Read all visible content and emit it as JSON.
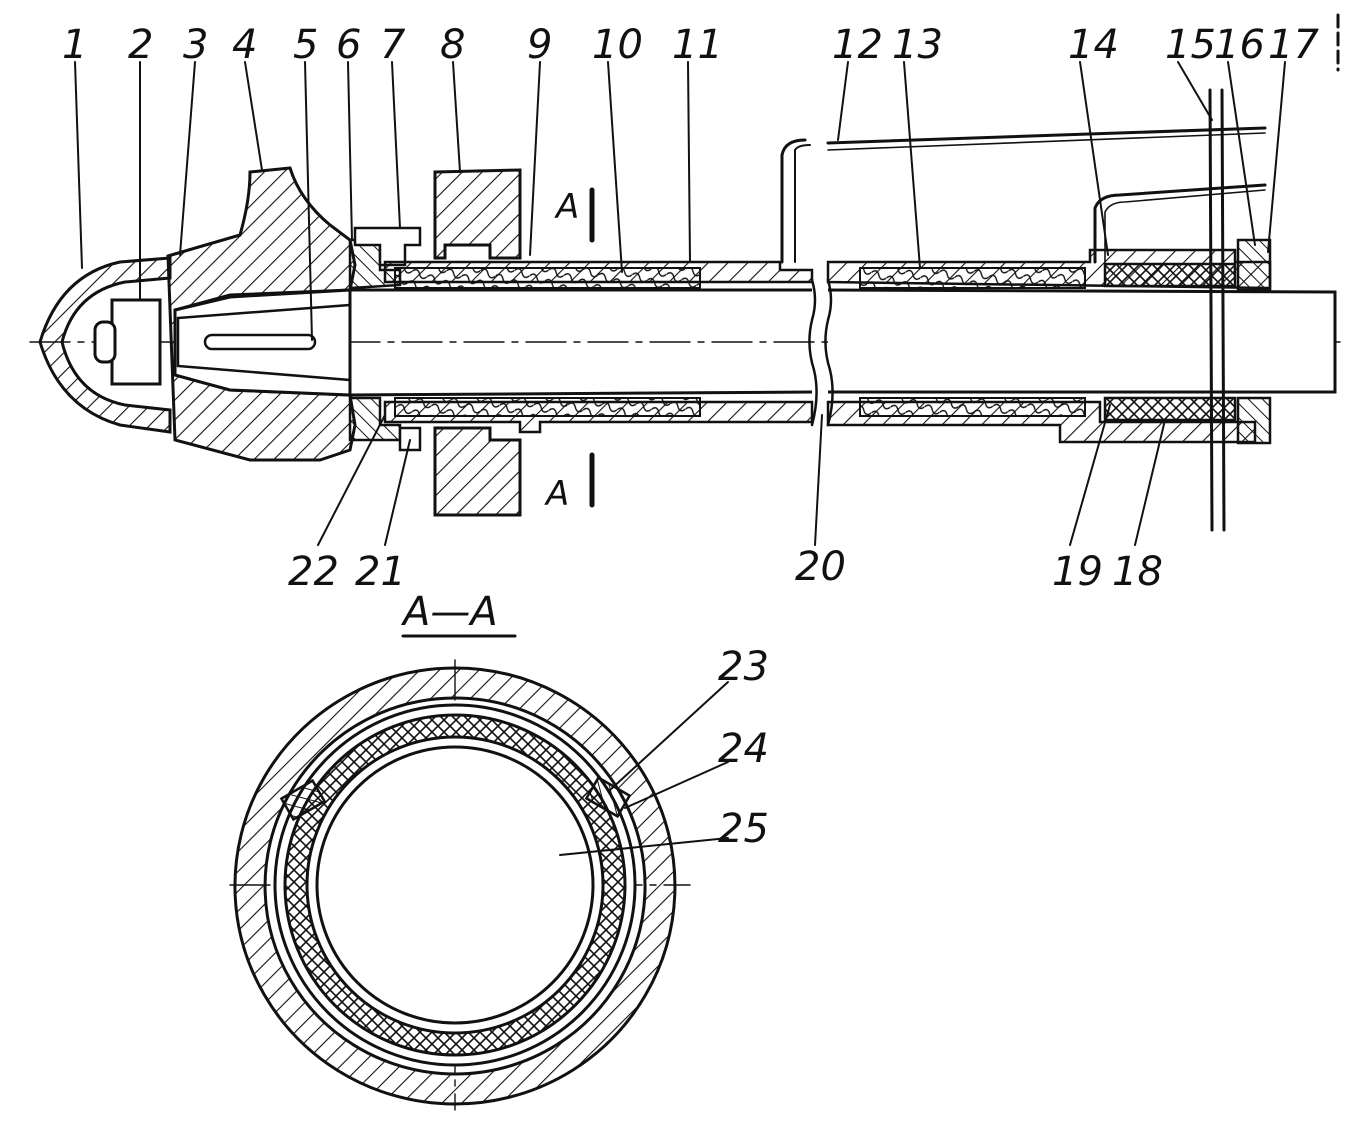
{
  "callouts_top": [
    "1",
    "2",
    "3",
    "4",
    "5",
    "6",
    "7",
    "8",
    "9",
    "10",
    "11",
    "12",
    "13",
    "14",
    "15",
    "16",
    "17"
  ],
  "callouts_bottom": [
    "22",
    "21",
    "20",
    "19",
    "18"
  ],
  "section_marks": {
    "top_letter": "A",
    "bottom_letter": "A"
  },
  "section_view": {
    "title": "A—A",
    "callouts": [
      "23",
      "24",
      "25"
    ]
  },
  "colors": {
    "ink": "#111111",
    "paper": "#ffffff"
  }
}
